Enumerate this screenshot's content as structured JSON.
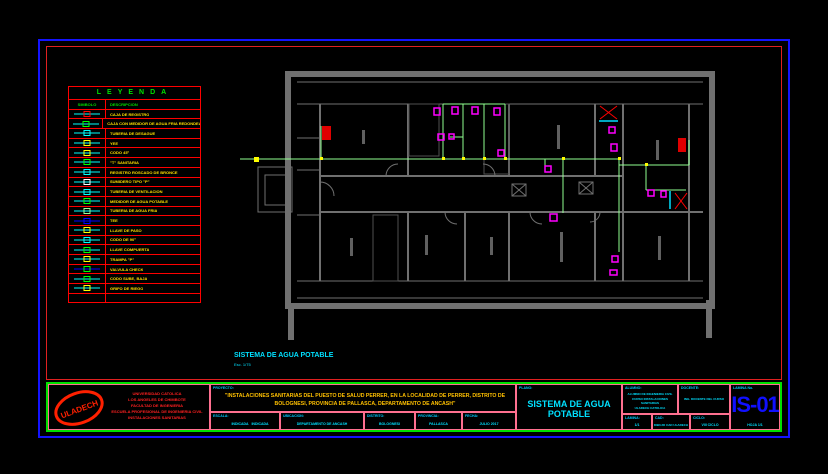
{
  "legend": {
    "title": "LEYENDA",
    "col_symbol": "SIMBOLO",
    "col_description": "DESCRIPCION",
    "items": [
      {
        "icon": "registry-box-icon",
        "label": "CAJA DE REGISTRO"
      },
      {
        "icon": "meter-box-icon",
        "label": "CAJA CON MEDIDOR DE AGUA FRIA REDONDEADO"
      },
      {
        "icon": "drain-pipe-icon",
        "label": "TUBERIA DE DESAGUE"
      },
      {
        "icon": "yee-icon",
        "label": "YEE"
      },
      {
        "icon": "elbow-45-icon",
        "label": "CODO 45°"
      },
      {
        "icon": "sanitary-tee-icon",
        "label": "\"T\" SANITARIA"
      },
      {
        "icon": "floor-drain-icon",
        "label": "REGISTRO ROSCADO DE BRONCE"
      },
      {
        "icon": "sump-p-icon",
        "label": "SUMIDERO TIPO \"P\""
      },
      {
        "icon": "vent-pipe-icon",
        "label": "TUBERIA DE VENTILACION"
      },
      {
        "icon": "water-meter-icon",
        "label": "MEDIDOR DE AGUA POTABLE"
      },
      {
        "icon": "cold-water-pipe-icon",
        "label": "TUBERIA DE AGUA FRIA"
      },
      {
        "icon": "tee-icon",
        "label": "TEE"
      },
      {
        "icon": "stop-valve-icon",
        "label": "LLAVE DE PASO"
      },
      {
        "icon": "elbow-90-icon",
        "label": "CODO DE 90°"
      },
      {
        "icon": "gate-valve-icon",
        "label": "LLAVE COMPUERTA"
      },
      {
        "icon": "p-trap-icon",
        "label": "TRAMPA \"P\""
      },
      {
        "icon": "check-valve-icon",
        "label": "VALVULA CHECK"
      },
      {
        "icon": "elbow-up-down-icon",
        "label": "CODO SUBE, BAJA"
      },
      {
        "icon": "irrigation-tap-icon",
        "label": "GRIFO DE RIEGO"
      }
    ]
  },
  "drawing": {
    "caption": "SISTEMA DE AGUA POTABLE",
    "scale": "Esc. 1/75"
  },
  "colors": {
    "pipe": "#90ff90",
    "wall": "#707070",
    "fixture": "#ff00ff",
    "fitting": "#ffff00",
    "frame": "#1414ff"
  },
  "title_block": {
    "logo_text": "ULADECH",
    "university": [
      "UNIVERSIDAD CATOLICA",
      "LOS ANGELES DE CHIMBOTE",
      "FACULTAD DE INGENIERIA",
      "ESCUELA PROFESIONAL DE INGENIERIA CIVIL",
      "INSTALACIONES SANITARIAS"
    ],
    "project_label": "PROYECTO:",
    "project": "\"INSTALACIONES SANITARIAS DEL PUESTO DE SALUD PERRER, EN LA LOCALIDAD DE PERRER, DISTRITO DE BOLOGNESI, PROVINCIA DE PALLASCA, DEPARTAMENTO DE ANCASH\"",
    "sheet_label": "PLANO:",
    "sheet_name": "SISTEMA DE AGUA POTABLE",
    "scale_label": "ESCALA:",
    "scale_values": [
      "INDICADA",
      "INDICADA"
    ],
    "location_label": "UBICACION:",
    "location": "DEPARTAMENTO DE ANCASH",
    "district_label": "DISTRITO:",
    "district": "BOLOGNESI",
    "province_label": "PROVINCIA:",
    "province": "PALLASCA",
    "date_label": "FECHA:",
    "date": "JULIO 2017",
    "student_label": "ALUMNO:",
    "student": [
      "ALUMNO DE INGENIERIA CIVIL",
      "CURSO INSTALACIONES",
      "SANITARIAS",
      "ULADECH CATOLICA"
    ],
    "teacher_label": "DOCENTE:",
    "teacher": "ING. DOCENTE DEL CURSO",
    "sheet_no_label": "LAMINA:",
    "sheet_no_small": "1/1",
    "cad_label": "CAD:",
    "cad": "DIBUJO CAD ULADECH",
    "code_label": "CICLO:",
    "code": "VIII CICLO",
    "sheet_num_label": "LAMINA No.",
    "sheet_code": "IS-01",
    "sheet_sub": "HOJA 1/1"
  }
}
